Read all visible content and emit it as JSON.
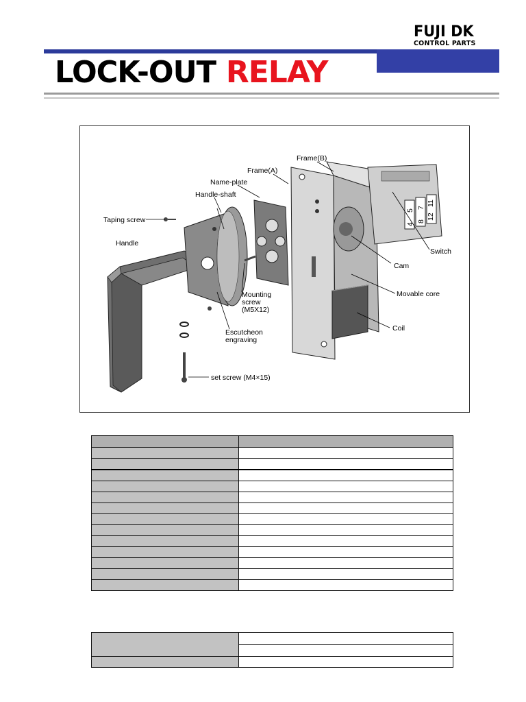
{
  "header": {
    "logo_line1": "FUJI DK",
    "logo_line2": "CONTROL PARTS",
    "title_part1": "LOCK-OUT",
    "title_part2": "RELAY",
    "accent_color": "#e8141e",
    "brand_color": "#2b3a9a"
  },
  "figure": {
    "labels": {
      "frame_b": "Frame(B)",
      "frame_a": "Frame(A)",
      "name_plate": "Name-plate",
      "handle_shaft": "Handle-shaft",
      "taping_screw": "Taping screw",
      "handle": "Handle",
      "switch": "Switch",
      "cam": "Cam",
      "movable_core": "Movable core",
      "coil": "Coil",
      "mounting_screw_1": "Mounting",
      "mounting_screw_2": "screw",
      "mounting_screw_3": "(M5X12)",
      "escutcheon_1": "Escutcheon",
      "escutcheon_2": "engraving",
      "set_screw": "set screw (M4×15)"
    },
    "switch_numbers": [
      "4",
      "5",
      "8",
      "7",
      "12",
      "11"
    ]
  }
}
